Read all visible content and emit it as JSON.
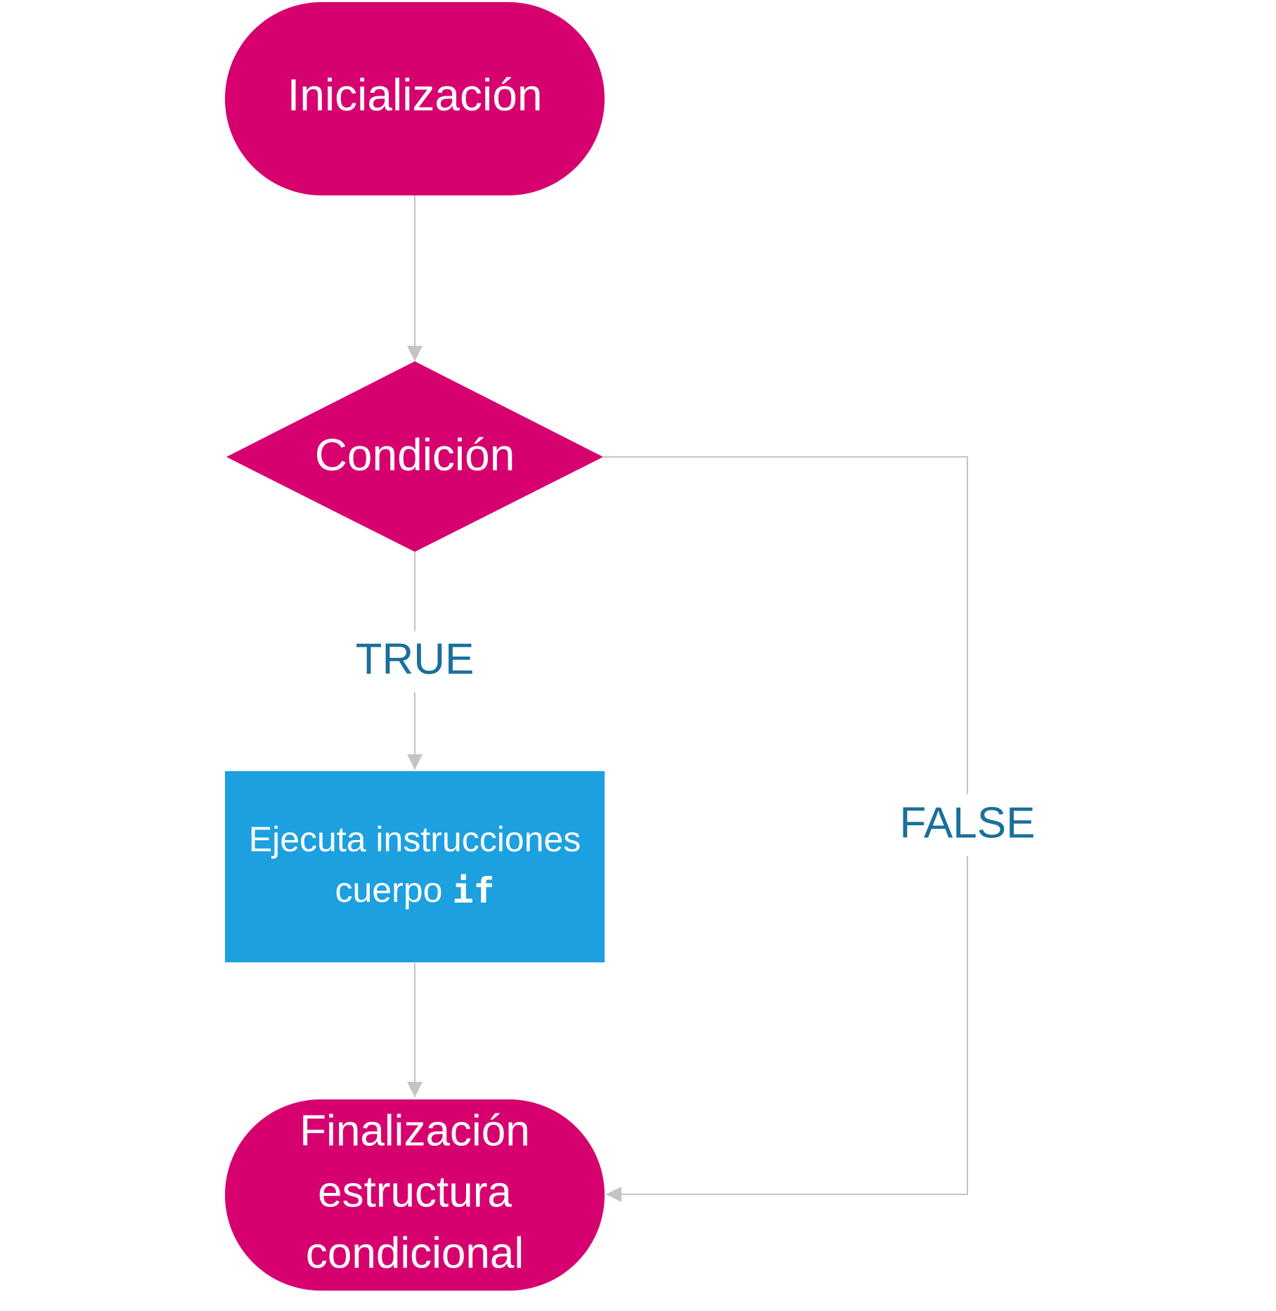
{
  "colors": {
    "terminal": "#d6006f",
    "decision": "#d6006f",
    "process": "#1ca0e0",
    "connector": "#c4c4c4",
    "label": "#1a6f9a",
    "node_text": "#ffffff"
  },
  "nodes": {
    "start": {
      "label": "Inicialización",
      "shape": "terminal"
    },
    "condition": {
      "label": "Condición",
      "shape": "decision"
    },
    "process": {
      "line1": "Ejecuta instrucciones",
      "line2_text": "cuerpo ",
      "line2_code": "if",
      "shape": "process"
    },
    "end": {
      "lines": [
        "Finalización",
        "estructura",
        "condicional"
      ],
      "shape": "terminal"
    }
  },
  "edges": {
    "true_label": "TRUE",
    "false_label": "FALSE"
  }
}
